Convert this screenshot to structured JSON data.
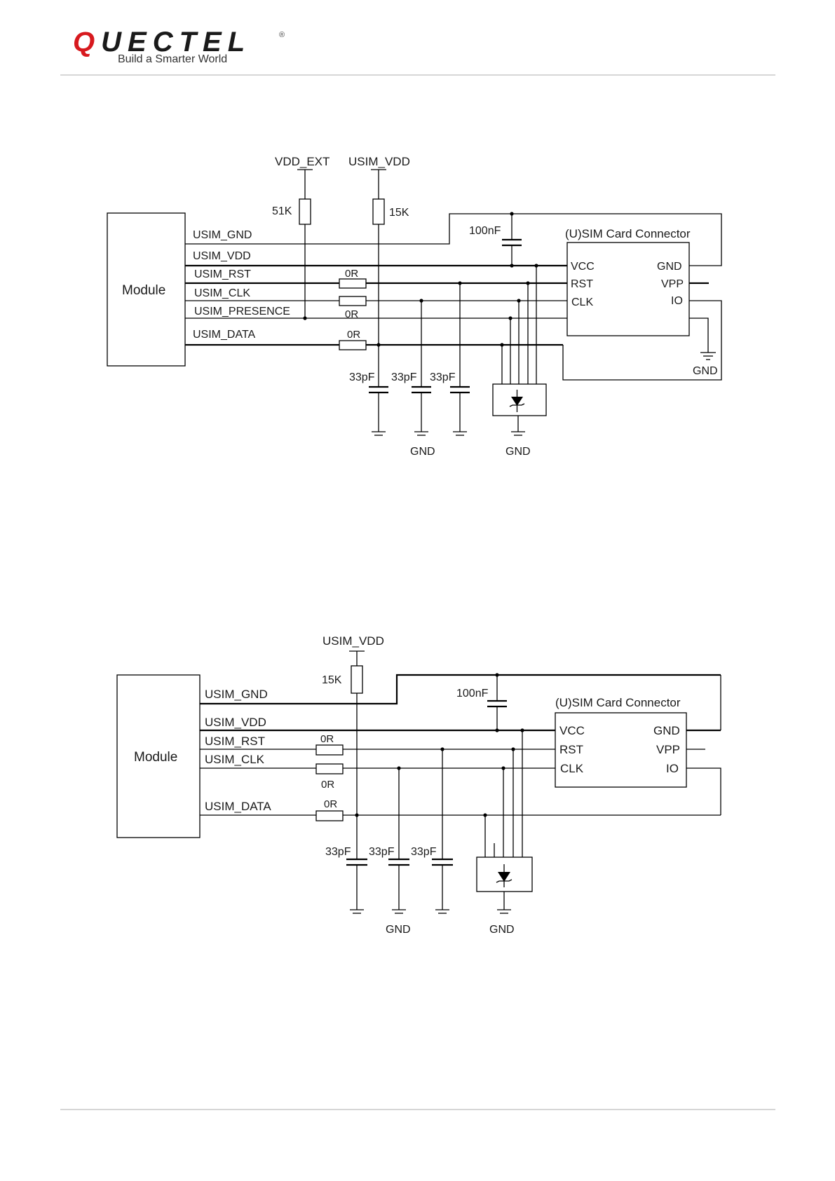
{
  "header": {
    "brand_q": "Q",
    "brand_rest": "UECTEL",
    "registered": "®",
    "tagline": "Build a Smarter World"
  },
  "diagram1": {
    "module": "Module",
    "vdd_ext": "VDD_EXT",
    "usim_vdd_top": "USIM_VDD",
    "r_pullup_ext": "51K",
    "r_pullup_vdd": "15K",
    "cap_100n": "100nF",
    "connector_title": "(U)SIM Card Connector",
    "signals": [
      "USIM_GND",
      "USIM_VDD",
      "USIM_RST",
      "USIM_CLK",
      "USIM_PRESENCE",
      "USIM_DATA"
    ],
    "series_r": [
      "0R",
      "0R",
      "0R"
    ],
    "caps": [
      "33pF",
      "33pF",
      "33pF"
    ],
    "pins_left": [
      "VCC",
      "RST",
      "CLK"
    ],
    "pins_right": [
      "GND",
      "VPP",
      "IO"
    ],
    "gnd_labels": [
      "GND",
      "GND",
      "GND"
    ]
  },
  "diagram2": {
    "module": "Module",
    "usim_vdd_top": "USIM_VDD",
    "r_pullup_vdd": "15K",
    "cap_100n": "100nF",
    "connector_title": "(U)SIM Card Connector",
    "signals": [
      "USIM_GND",
      "USIM_VDD",
      "USIM_RST",
      "USIM_CLK",
      "USIM_DATA"
    ],
    "series_r": [
      "0R",
      "0R",
      "0R"
    ],
    "caps": [
      "33pF",
      "33pF",
      "33pF"
    ],
    "pins_left": [
      "VCC",
      "RST",
      "CLK"
    ],
    "pins_right": [
      "GND",
      "VPP",
      "IO"
    ],
    "gnd_labels": [
      "GND",
      "GND"
    ]
  }
}
